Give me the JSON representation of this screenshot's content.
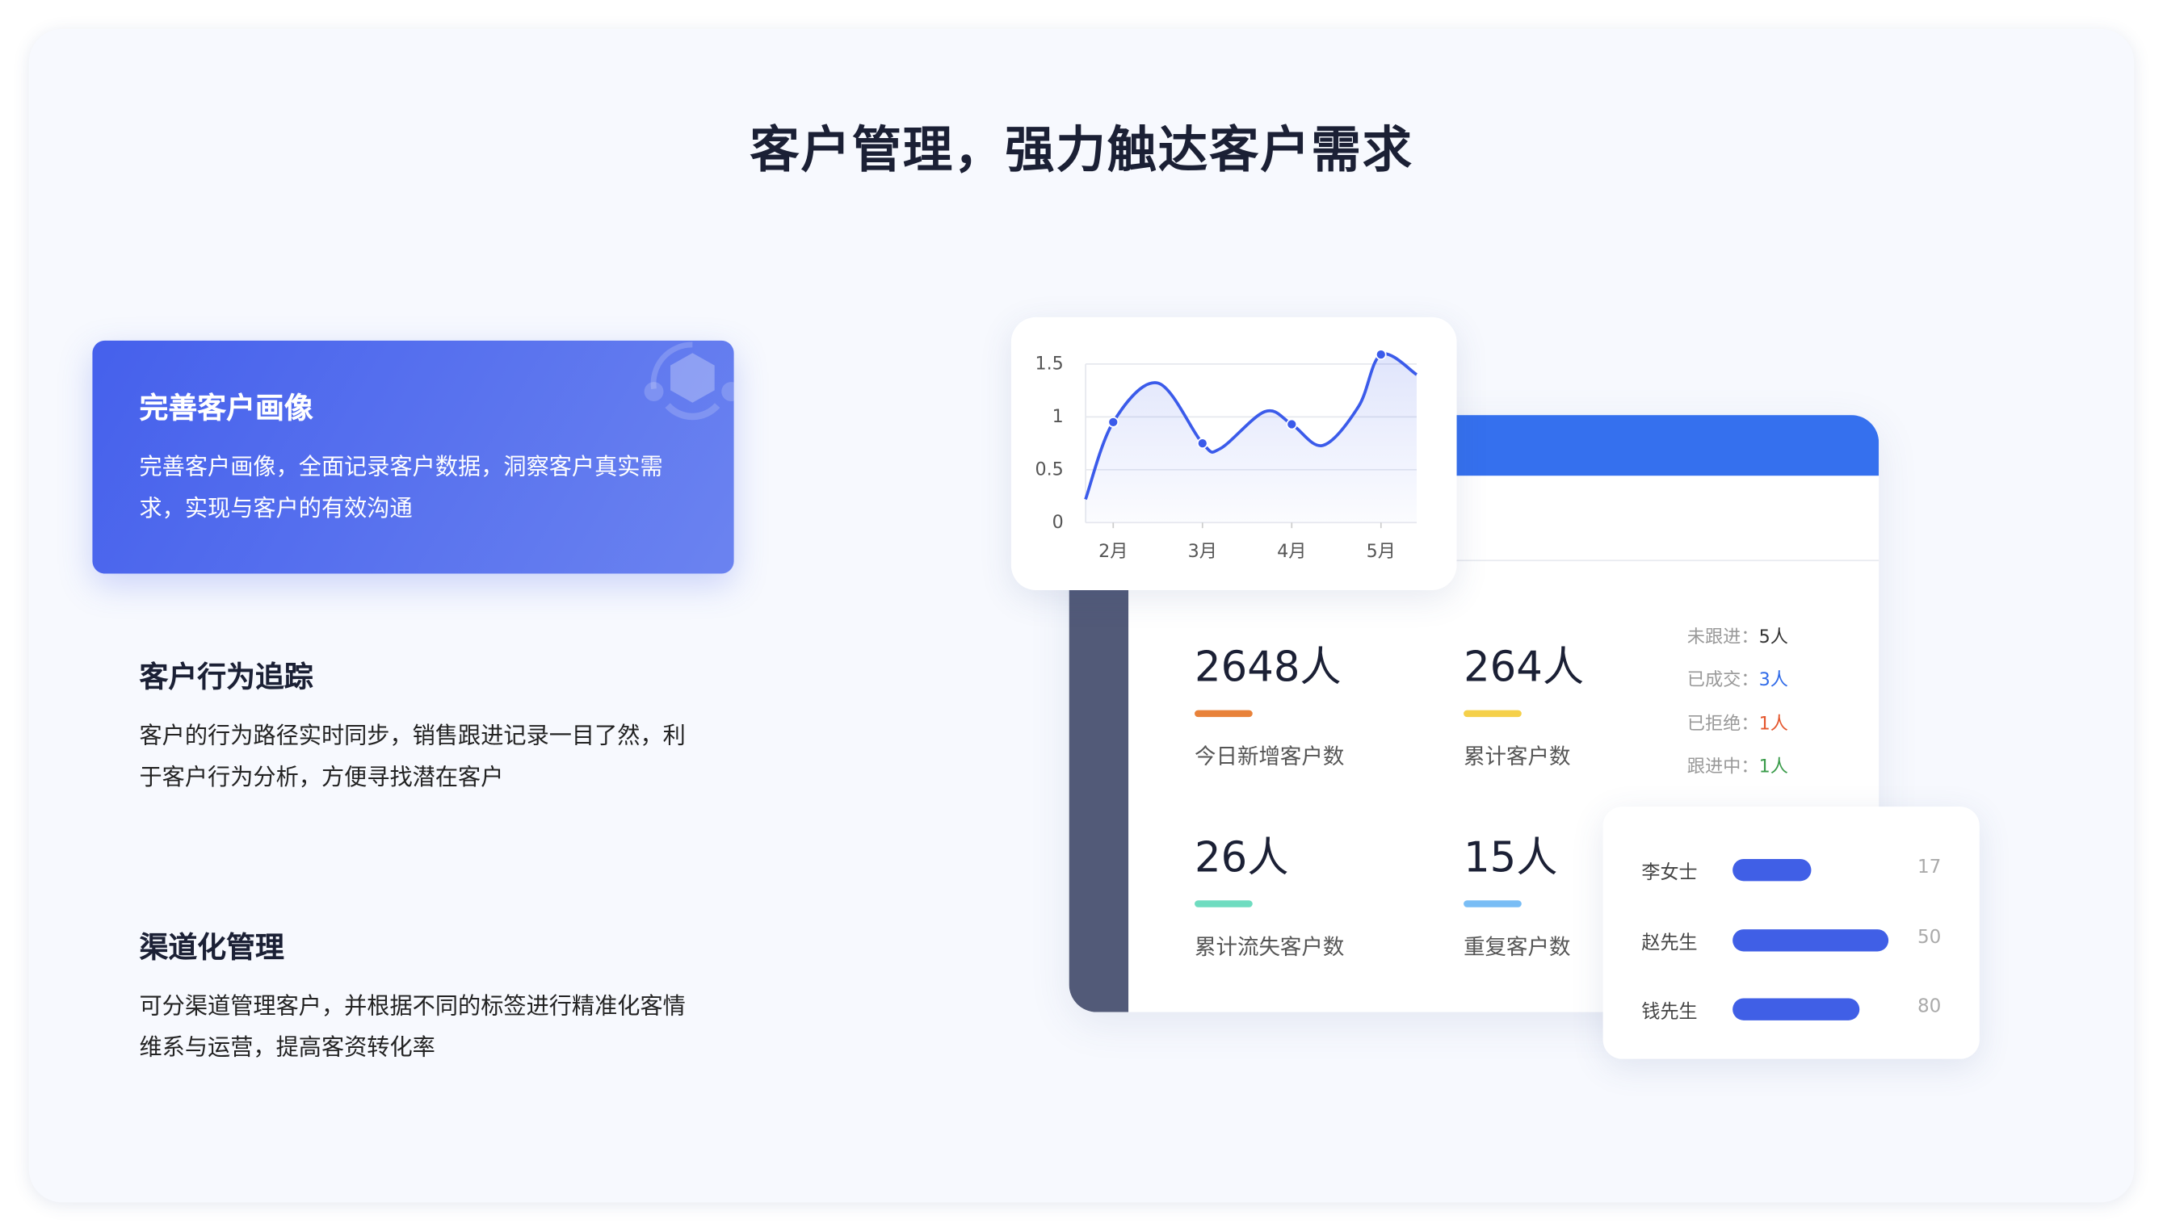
{
  "page_title": "客户管理，强力触达客户需求",
  "features": [
    {
      "title": "完善客户画像",
      "desc": "完善客户画像，全面记录客户数据，洞察客户真实需求，实现与客户的有效沟通",
      "active": true
    },
    {
      "title": "客户行为追踪",
      "desc": "客户的行为路径实时同步，销售跟进记录一目了然，利于客户行为分析，方便寻找潜在客户",
      "active": false
    },
    {
      "title": "渠道化管理",
      "desc": "可分渠道管理客户，并根据不同的标签进行精准化客情维系与运营，提高客资转化率",
      "active": false
    }
  ],
  "chart_data": {
    "type": "line",
    "title": "",
    "xlabel": "",
    "ylabel": "",
    "x_ticks": [
      "2月",
      "3月",
      "4月",
      "5月"
    ],
    "y_ticks": [
      "0",
      "0.5",
      "1",
      "1.5"
    ],
    "ylim": [
      0,
      1.5
    ],
    "marked_points": [
      {
        "x": "2月",
        "y": 0.95
      },
      {
        "x": "3月",
        "y": 0.75
      },
      {
        "x": "4月",
        "y": 0.93
      },
      {
        "x": "5月",
        "y": 1.59
      }
    ],
    "curve": [
      [
        1.69,
        0.22
      ],
      [
        2,
        0.95
      ],
      [
        2.5,
        1.32
      ],
      [
        3,
        0.75
      ],
      [
        3.2,
        0.7
      ],
      [
        3.7,
        1.05
      ],
      [
        4,
        0.93
      ],
      [
        4.35,
        0.73
      ],
      [
        4.75,
        1.1
      ],
      [
        5,
        1.59
      ],
      [
        5.4,
        1.4
      ]
    ],
    "line_color": "#3b5bea",
    "grid": true
  },
  "stats": [
    {
      "value": "2648人",
      "label": "今日新增客户数",
      "color": "#e8823a"
    },
    {
      "value": "264人",
      "label": "累计客户数",
      "color": "#f5d04a"
    },
    {
      "value": "26人",
      "label": "累计流失客户数",
      "color": "#6fdcc0"
    },
    {
      "value": "15人",
      "label": "重复客户数",
      "color": "#79bdf5"
    }
  ],
  "status": [
    {
      "label": "未跟进：",
      "value": "5人",
      "color": "#333333"
    },
    {
      "label": "已成交：",
      "value": "3人",
      "color": "#2f6ae8"
    },
    {
      "label": "已拒绝：",
      "value": "1人",
      "color": "#e4572e"
    },
    {
      "label": "跟进中：",
      "value": "1人",
      "color": "#3a9b4a"
    }
  ],
  "ranking": [
    {
      "name": "李女士",
      "value": "17",
      "fill": 0.5
    },
    {
      "name": "赵先生",
      "value": "50",
      "fill": 1.0
    },
    {
      "name": "钱先生",
      "value": "80",
      "fill": 0.81
    }
  ],
  "colors": {
    "accent": "#4560ec",
    "header": "#3570ee",
    "sidebar": "#525a78"
  }
}
